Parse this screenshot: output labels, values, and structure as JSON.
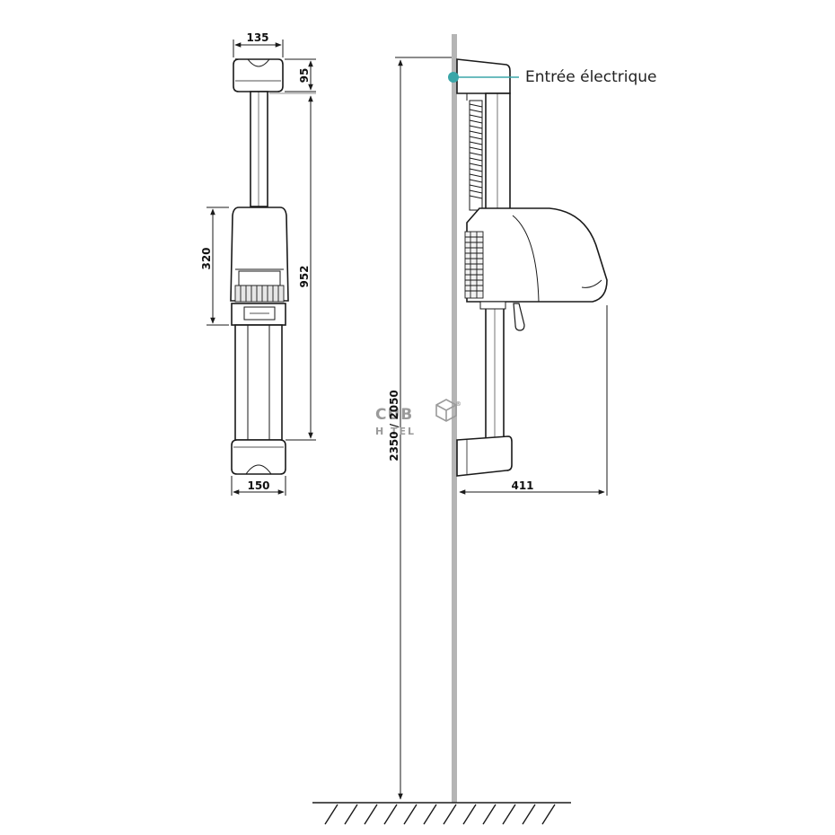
{
  "dimensions": {
    "top_width": "135",
    "bottom_width": "150",
    "cap_height": "95",
    "body_height": "320",
    "bar_height": "952",
    "total_height": "2350 / 2050",
    "projection": "411"
  },
  "callout": {
    "label": "Entrée électrique"
  },
  "watermark": {
    "line1": "CUB",
    "line2": "H TEL",
    "mark": "®"
  },
  "colors": {
    "line": "#1a1a1a",
    "wall": "#b5b5b5",
    "accent": "#3aa6a8",
    "fill": "#ffffff"
  }
}
